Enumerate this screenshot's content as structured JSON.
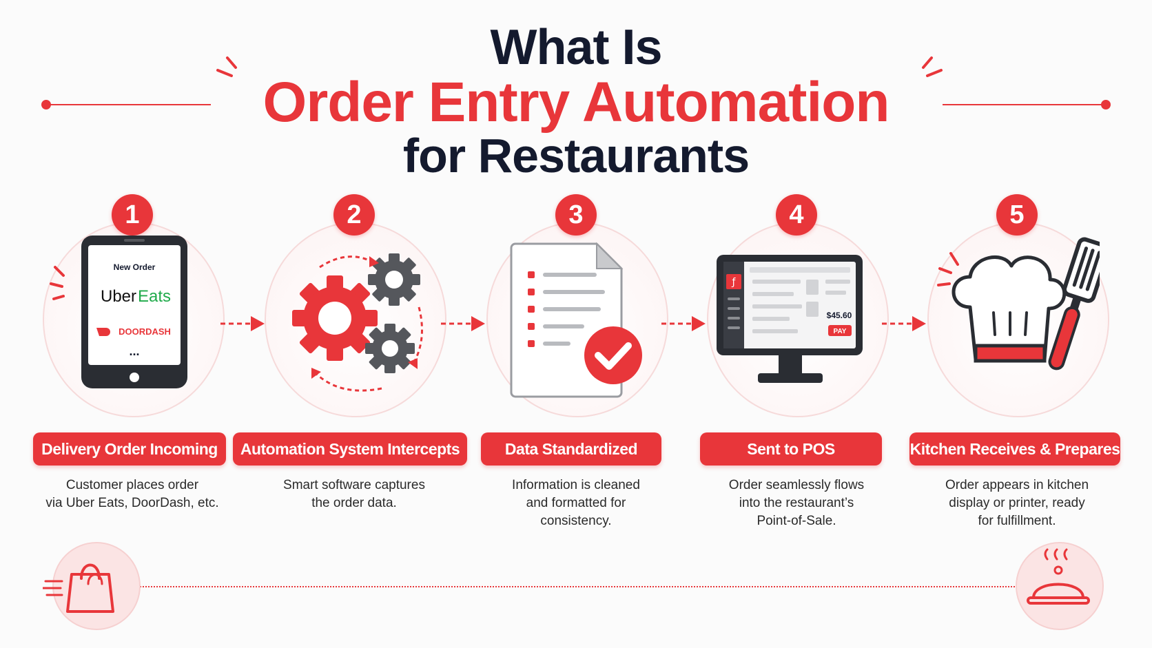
{
  "title": {
    "line1": "What Is",
    "line2": "Order Entry Automation",
    "line3": "for Restaurants"
  },
  "colors": {
    "accent": "#e8363a",
    "dark": "#141a2e",
    "gear_gray": "#55575c"
  },
  "steps": [
    {
      "num": "1",
      "label": "Delivery Order Incoming",
      "desc": [
        "Customer places order",
        "via Uber Eats, DoorDash, etc."
      ],
      "icon": "tablet-icon"
    },
    {
      "num": "2",
      "label": "Automation System Intercepts",
      "desc": [
        "Smart software captures",
        "the order data."
      ],
      "icon": "gears-icon"
    },
    {
      "num": "3",
      "label": "Data Standardized",
      "desc": [
        "Information is cleaned",
        "and formatted for",
        "consistency."
      ],
      "icon": "checked-document-icon"
    },
    {
      "num": "4",
      "label": "Sent to POS",
      "desc": [
        "Order seamlessly flows",
        "into the restaurant’s",
        "Point-of-Sale."
      ],
      "icon": "pos-monitor-icon"
    },
    {
      "num": "5",
      "label": "Kitchen Receives & Prepares",
      "desc": [
        "Order appears in kitchen",
        "display or printer, ready",
        "for fulfillment."
      ],
      "icon": "chef-hat-icon"
    }
  ],
  "tablet": {
    "new_order": "New Order",
    "uber": "Uber",
    "eats": "Eats",
    "doordash": "DOORDASH",
    "more": "..."
  },
  "pos": {
    "price": "$45.60",
    "pay": "PAY"
  }
}
